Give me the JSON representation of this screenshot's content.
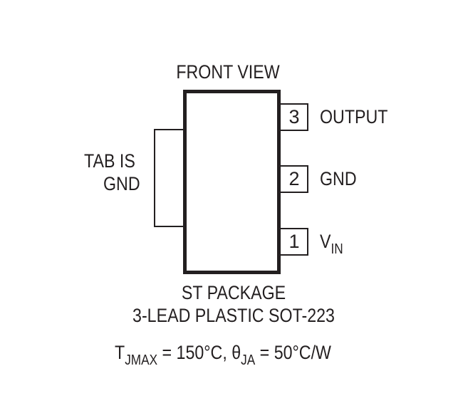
{
  "header": {
    "title": "FRONT VIEW"
  },
  "tab_label": {
    "line1": "TAB IS",
    "line2": "GND"
  },
  "pins": [
    {
      "number": "3",
      "name": "OUTPUT"
    },
    {
      "number": "2",
      "name": "GND"
    },
    {
      "number": "1",
      "name_main": "V",
      "name_sub": "IN"
    }
  ],
  "package": {
    "line1": "ST PACKAGE",
    "line2": "3-LEAD PLASTIC SOT-223"
  },
  "thermal": {
    "tj_symbol": "T",
    "tj_sub": "JMAX",
    "tj_value": " = 150°C, ",
    "theta_symbol": "θ",
    "theta_sub": "JA",
    "theta_value": " = 50°C/W"
  }
}
